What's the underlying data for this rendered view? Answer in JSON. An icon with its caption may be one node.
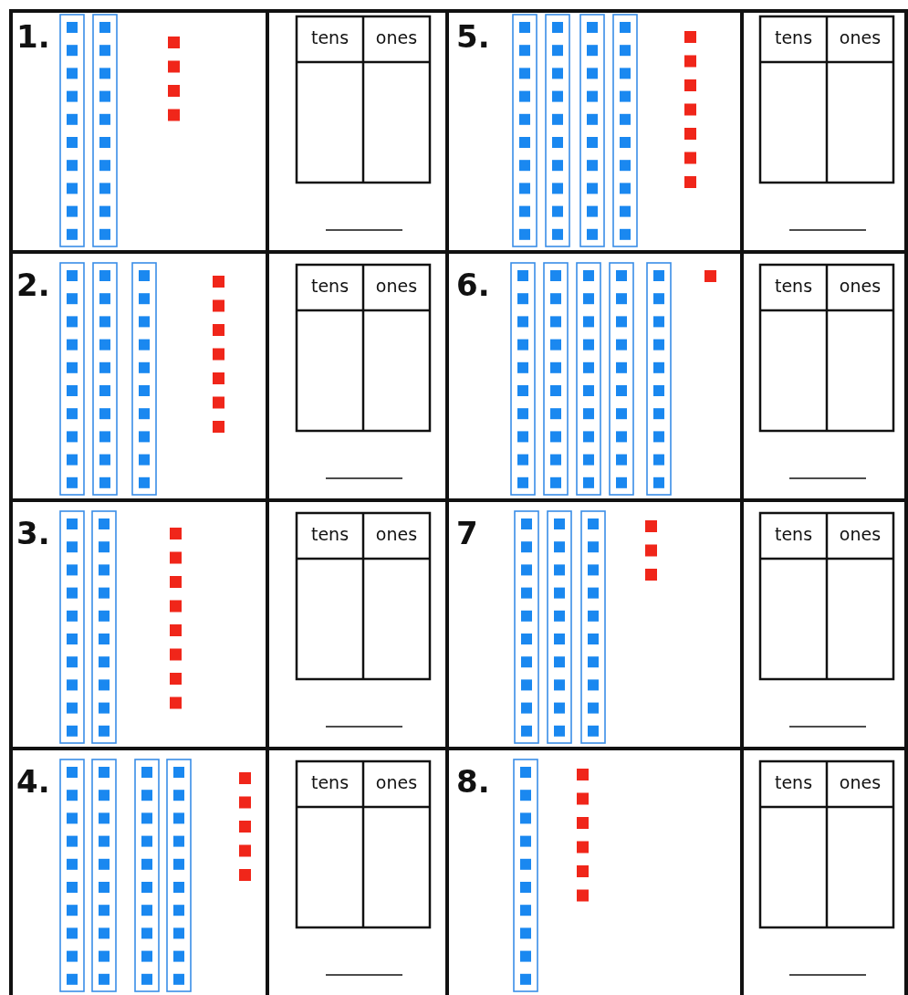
{
  "diagram": {
    "labels": [
      "1.",
      "tens",
      "ones",
      "5.",
      "tens",
      "ones",
      "2.",
      "tens",
      "ones",
      "6.",
      "tens",
      "ones",
      "3.",
      "tens",
      "ones",
      "7",
      "tens",
      "ones",
      "4.",
      "tens",
      "ones",
      "8.",
      "tens",
      "ones"
    ]
  }
}
